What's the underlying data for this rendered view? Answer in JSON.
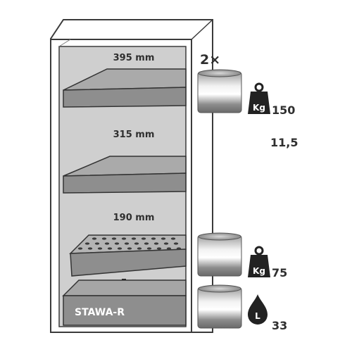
{
  "shelves": [
    {
      "height_label": "395 mm"
    },
    {
      "height_label": "315 mm"
    },
    {
      "height_label": "190 mm"
    }
  ],
  "sump": {
    "label": "STAWA-R"
  },
  "multiplier": "2×",
  "loads": {
    "upper_kg": "150",
    "middle_value": "11,5",
    "lower_kg": "75",
    "sump_liters": "33"
  },
  "icons": {
    "weight_unit": "Kg",
    "volume_unit": "L"
  }
}
